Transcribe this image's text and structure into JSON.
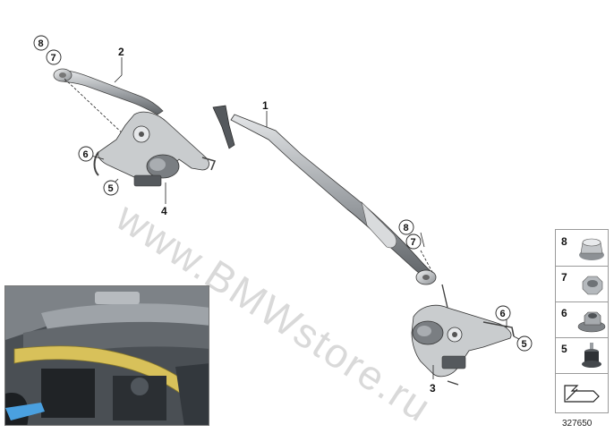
{
  "callouts": {
    "c1": "1",
    "c2": "2",
    "c3": "3",
    "c4": "4",
    "c5a": "5",
    "c6a": "6",
    "c7a": "7",
    "c8a": "8",
    "c5b": "5",
    "c6b": "6",
    "c7b": "7",
    "c8b": "8"
  },
  "legend": {
    "items": [
      {
        "num": "8",
        "icon": "cap-nut-icon"
      },
      {
        "num": "7",
        "icon": "hex-nut-icon"
      },
      {
        "num": "6",
        "icon": "flange-nut-icon"
      },
      {
        "num": "5",
        "icon": "rubber-mount-icon"
      }
    ],
    "nav_icon": "arrow-icon"
  },
  "watermark": "www.BMWstore.ru",
  "ref_number": "327650",
  "colors": {
    "part_gray": "#b9bcbf",
    "part_dark": "#6d7175",
    "highlight_yellow": "#d8c15a",
    "line": "#222222"
  }
}
